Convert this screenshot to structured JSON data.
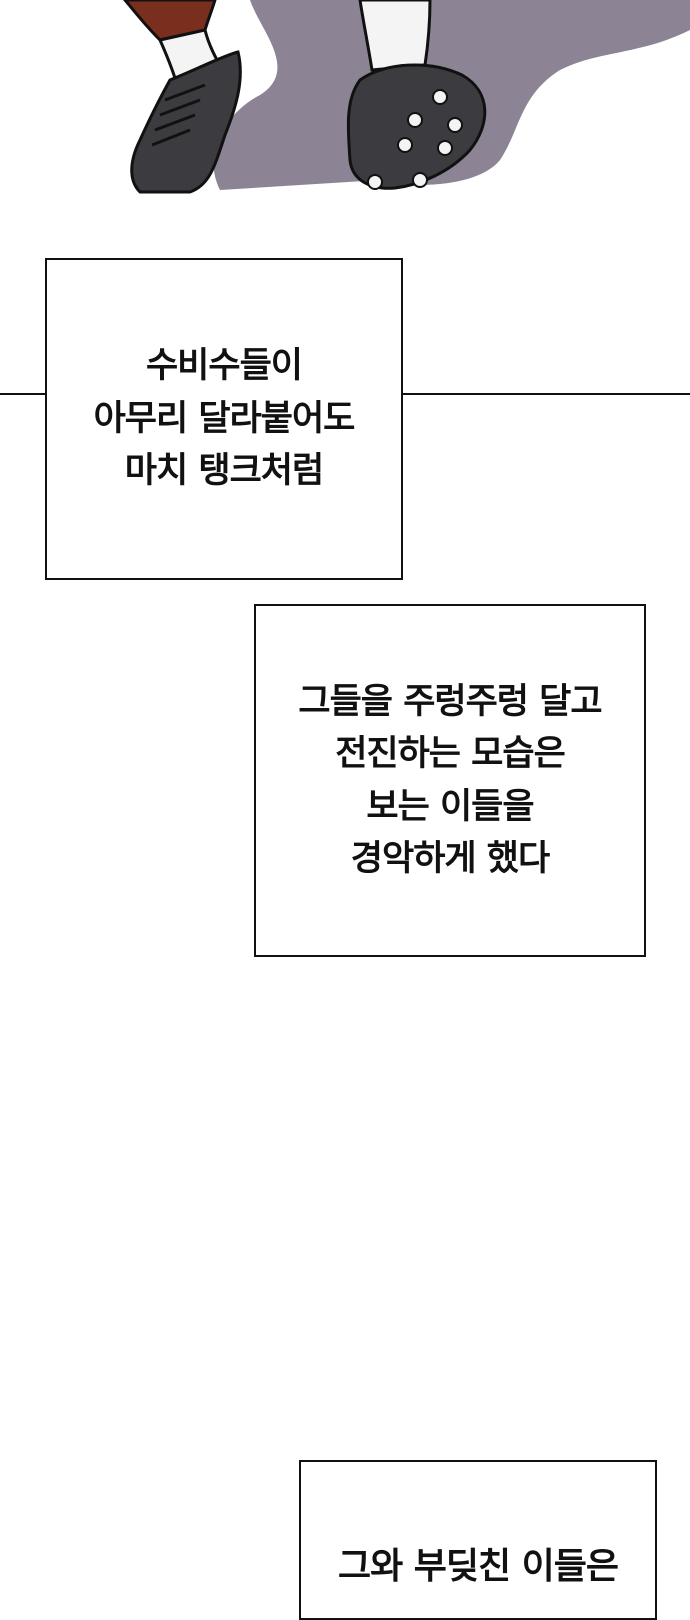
{
  "panel_art": {
    "description_icon": "soccer-cleats-illustration-icon",
    "colors": {
      "skin": "#7a2f1e",
      "sock": "#f4f4f4",
      "shoe": "#3c3c40",
      "shadow": "#8c8494",
      "outline": "#111111"
    }
  },
  "captions": [
    {
      "lines": [
        "수비수들이",
        "아무리 달라붙어도",
        "마치 탱크처럼"
      ]
    },
    {
      "lines": [
        "그들을 주렁주렁 달고",
        "전진하는 모습은",
        "보는 이들을",
        "경악하게 했다"
      ]
    },
    {
      "lines": [
        "그와 부딪친 이들은"
      ]
    }
  ]
}
